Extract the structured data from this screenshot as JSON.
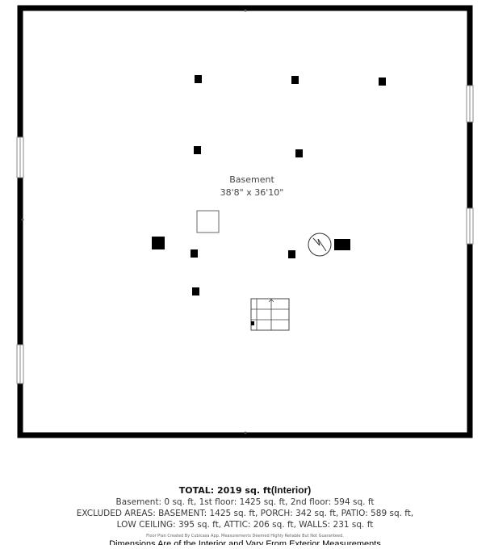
{
  "floor_plan": {
    "room": {
      "name": "Basement",
      "dimensions": "38'8\" x 36'10\""
    },
    "icons": {
      "stairs": "stairs-up-icon",
      "water_heater": "water-heater-icon",
      "column": "support-post-icon"
    }
  },
  "footer": {
    "total_label": "TOTAL: 2019 sq. ft",
    "total_suffix": "(Interior)",
    "floors_line": "Basement: 0 sq. ft, 1st floor: 1425 sq. ft, 2nd floor: 594 sq. ft",
    "excluded_line": "EXCLUDED AREAS: BASEMENT: 1425 sq. ft, PORCH: 342 sq. ft, PATIO: 589 sq. ft,",
    "other_line": "LOW CEILING: 395 sq. ft, ATTIC: 206 sq. ft, WALLS: 231 sq. ft",
    "disclaimer": "Floor Plan Created By Cubicasa App. Measurements Deemed Highly Reliable But Not Guaranteed.",
    "dimensions_note": "Dimensions Are of the Interior and Vary From Exterior Measurements"
  }
}
